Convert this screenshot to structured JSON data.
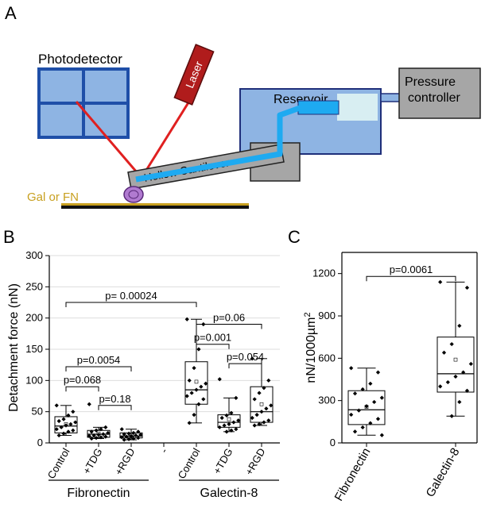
{
  "panel_a": {
    "letter": "A",
    "photodetector": "Photodetector",
    "laser": "Laser",
    "reservoir": "Reservoir",
    "pressure_line1": "Pressure",
    "pressure_line2": "controller",
    "cantilever": "Hollow Cantilever",
    "substrate": "Gal or FN",
    "colors": {
      "detector": "#8eb4e3",
      "detector_border": "#1f4fa8",
      "laser": "#b01c1c",
      "beam": "#e02020",
      "reservoir": "#8eb4e3",
      "channel": "#1eaaf1",
      "gray": "#a6a6a6",
      "cell": "#b07ad0",
      "substrate": "#c8a020"
    }
  },
  "chart_data": [
    {
      "panel": "B",
      "type": "box",
      "ylabel": "Detachment force (nN)",
      "ylim": [
        0,
        300
      ],
      "yticks": [
        0,
        50,
        100,
        150,
        200,
        250,
        300
      ],
      "grid": true,
      "categories": [
        "Control",
        "+TDG",
        "+RGD",
        "-",
        "Control",
        "+TDG",
        "+RGD"
      ],
      "groups": [
        {
          "name": "Fibronectin",
          "members": [
            0,
            1,
            2
          ]
        },
        {
          "name": "Galectin-8",
          "members": [
            4,
            5,
            6
          ]
        }
      ],
      "boxes": [
        {
          "category": 0,
          "min": 12,
          "q1": 16,
          "median": 27,
          "q3": 42,
          "max": 60,
          "mean": 30,
          "points": [
            60,
            50,
            44,
            38,
            35,
            33,
            30,
            28,
            25,
            22,
            20,
            18,
            15,
            12
          ]
        },
        {
          "category": 1,
          "min": 7,
          "q1": 9,
          "median": 14,
          "q3": 20,
          "max": 25,
          "mean": 15,
          "points": [
            62,
            25,
            22,
            20,
            18,
            16,
            14,
            13,
            12,
            11,
            10,
            9,
            8,
            7
          ]
        },
        {
          "category": 2,
          "min": 5,
          "q1": 8,
          "median": 11,
          "q3": 16,
          "max": 22,
          "mean": 12,
          "points": [
            22,
            18,
            16,
            15,
            14,
            13,
            12,
            11,
            10,
            9,
            8,
            7,
            6,
            5
          ]
        },
        {
          "category": 4,
          "min": 32,
          "q1": 62,
          "median": 85,
          "q3": 130,
          "max": 198,
          "mean": 98,
          "points": [
            198,
            190,
            150,
            120,
            100,
            95,
            90,
            85,
            80,
            75,
            70,
            62,
            45,
            32
          ]
        },
        {
          "category": 5,
          "min": 18,
          "q1": 25,
          "median": 33,
          "q3": 45,
          "max": 72,
          "mean": 38,
          "points": [
            102,
            72,
            48,
            44,
            40,
            36,
            33,
            30,
            28,
            25,
            22,
            20,
            18
          ]
        },
        {
          "category": 6,
          "min": 28,
          "q1": 33,
          "median": 50,
          "q3": 90,
          "max": 135,
          "mean": 62,
          "points": [
            135,
            100,
            88,
            80,
            70,
            60,
            55,
            50,
            45,
            40,
            36,
            33,
            30,
            28
          ]
        }
      ],
      "annotations": [
        {
          "text": "p= 0.00024",
          "from": 0,
          "to": 4,
          "y": 225
        },
        {
          "text": "p=0.06",
          "from": 4,
          "to": 6,
          "y": 190
        },
        {
          "text": "p=0.001",
          "from": 4,
          "to": 5,
          "y": 158
        },
        {
          "text": "p=0.054",
          "from": 5,
          "to": 6,
          "y": 127
        },
        {
          "text": "p=0.0054",
          "from": 0,
          "to": 2,
          "y": 122
        },
        {
          "text": "p=0.068",
          "from": 0,
          "to": 1,
          "y": 90
        },
        {
          "text": "p=0.18",
          "from": 1,
          "to": 2,
          "y": 60
        }
      ]
    },
    {
      "panel": "C",
      "type": "box",
      "ylabel_main": "nN/1000µm",
      "ylabel_sup": "2",
      "ylim": [
        0,
        1350
      ],
      "yticks": [
        0,
        300,
        600,
        900,
        1200
      ],
      "grid": false,
      "categories": [
        "Fibronectin",
        "Galectin-8"
      ],
      "boxes": [
        {
          "category": 0,
          "min": 55,
          "q1": 130,
          "median": 235,
          "q3": 370,
          "max": 530,
          "mean": 255,
          "points": [
            530,
            500,
            420,
            380,
            350,
            320,
            290,
            260,
            230,
            200,
            170,
            140,
            110,
            80,
            55
          ]
        },
        {
          "category": 1,
          "min": 190,
          "q1": 360,
          "median": 490,
          "q3": 750,
          "max": 1140,
          "mean": 590,
          "points": [
            1140,
            1100,
            830,
            700,
            640,
            560,
            500,
            470,
            430,
            400,
            370,
            290,
            190
          ]
        }
      ],
      "annotations": [
        {
          "text": "p=0.0061",
          "from": 0,
          "to": 1,
          "y": 1180
        }
      ]
    }
  ]
}
